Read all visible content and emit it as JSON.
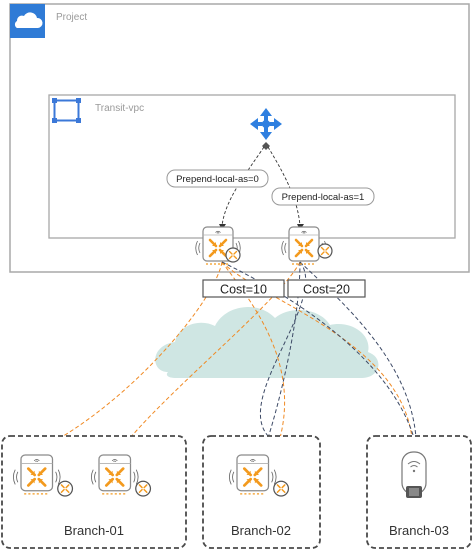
{
  "project": {
    "label": "Project"
  },
  "transit_vpc": {
    "label": "Transit-vpc"
  },
  "prepend_left": {
    "label": "Prepend-local-as=0"
  },
  "prepend_right": {
    "label": "Prepend-local-as=1"
  },
  "cost_left": {
    "label": "Cost=10"
  },
  "cost_right": {
    "label": "Cost=20"
  },
  "branches": [
    {
      "label": "Branch-01"
    },
    {
      "label": "Branch-02"
    },
    {
      "label": "Branch-03"
    }
  ],
  "colors": {
    "project_icon_bg": "#2f7bd6",
    "vpc_icon": "#3b78d8",
    "router_blue": "#2e7fe0",
    "gateway_orange": "#f39a1e",
    "link_orange": "#f08a24",
    "link_navy": "#3d4a66",
    "cloud_fill": "#cfe6e3",
    "frame_gray": "#a8a8a8",
    "branch_border": "#4a4a4a"
  }
}
